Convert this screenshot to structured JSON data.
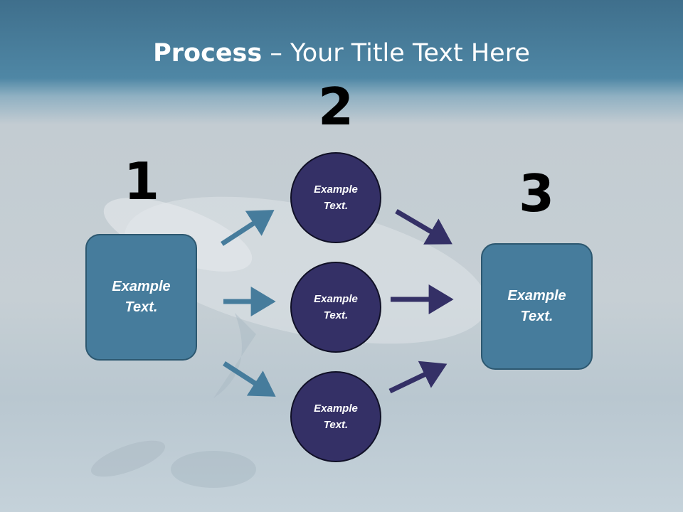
{
  "title": {
    "bold": "Process",
    "rest": " – Your Title Text Here"
  },
  "steps": [
    {
      "number": "1",
      "label": "Example Text."
    },
    {
      "number": "2",
      "items": [
        "Example Text.",
        "Example Text.",
        "Example Text."
      ]
    },
    {
      "number": "3",
      "label": "Example Text."
    }
  ],
  "colors": {
    "box_fill": "#467c9c",
    "circle_fill": "#343066",
    "arrow_left": "#467c9c",
    "arrow_right": "#343066"
  }
}
